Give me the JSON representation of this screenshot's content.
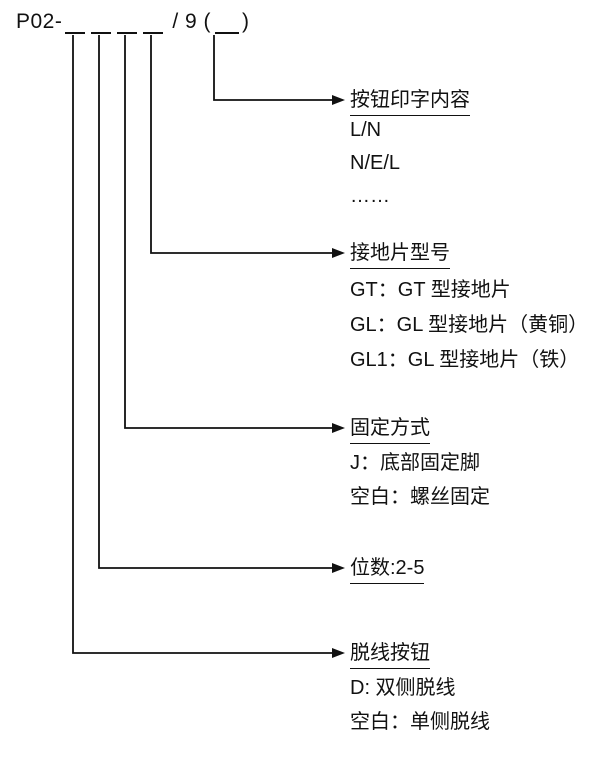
{
  "model_code": {
    "prefix": "P02-",
    "middle": "/ 9 (",
    "suffix": ")"
  },
  "sections": [
    {
      "title": "按钮印字内容",
      "items": [
        "L/N",
        "N/E/L",
        "……"
      ]
    },
    {
      "title": "接地片型号",
      "items": [
        "GT：GT 型接地片",
        "GL：GL 型接地片（黄铜）",
        "GL1：GL 型接地片（铁）"
      ]
    },
    {
      "title": "固定方式",
      "items": [
        "J：底部固定脚",
        "空白：螺丝固定"
      ]
    },
    {
      "title": "位数:2-5",
      "items": []
    },
    {
      "title": "脱线按钮",
      "items": [
        "D: 双侧脱线",
        "空白：单侧脱线"
      ]
    }
  ]
}
